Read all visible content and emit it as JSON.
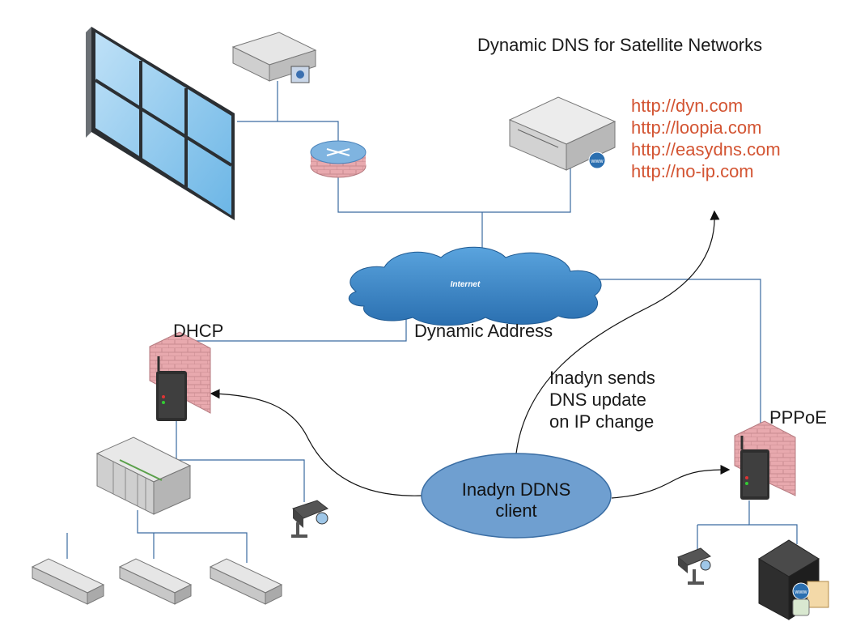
{
  "title": "Dynamic DNS for Satellite Networks",
  "providers": [
    "http://dyn.com",
    "http://loopia.com",
    "http://easydns.com",
    "http://no-ip.com"
  ],
  "labels": {
    "dhcp": "DHCP",
    "dynamic_address": "Dynamic Address",
    "pppoe": "PPPoE",
    "internet": "Internet"
  },
  "note": [
    "Inadyn sends",
    "DNS update",
    "on IP change"
  ],
  "client": [
    "Inadyn DDNS",
    "client"
  ],
  "colors": {
    "link_line": "#3a6aa0",
    "provider_text": "#d35432",
    "cloud": "#3b86c8",
    "client_ellipse": "#6f9fd0",
    "firewall_brick": "#e8a9ae"
  },
  "icons": [
    "video-wall-icon",
    "server-icon",
    "router-icon",
    "dns-server-icon",
    "internet-cloud-icon",
    "firewall-modem-icon",
    "plc-rack-icon",
    "io-module-icon",
    "camera-icon",
    "tower-server-icon"
  ]
}
